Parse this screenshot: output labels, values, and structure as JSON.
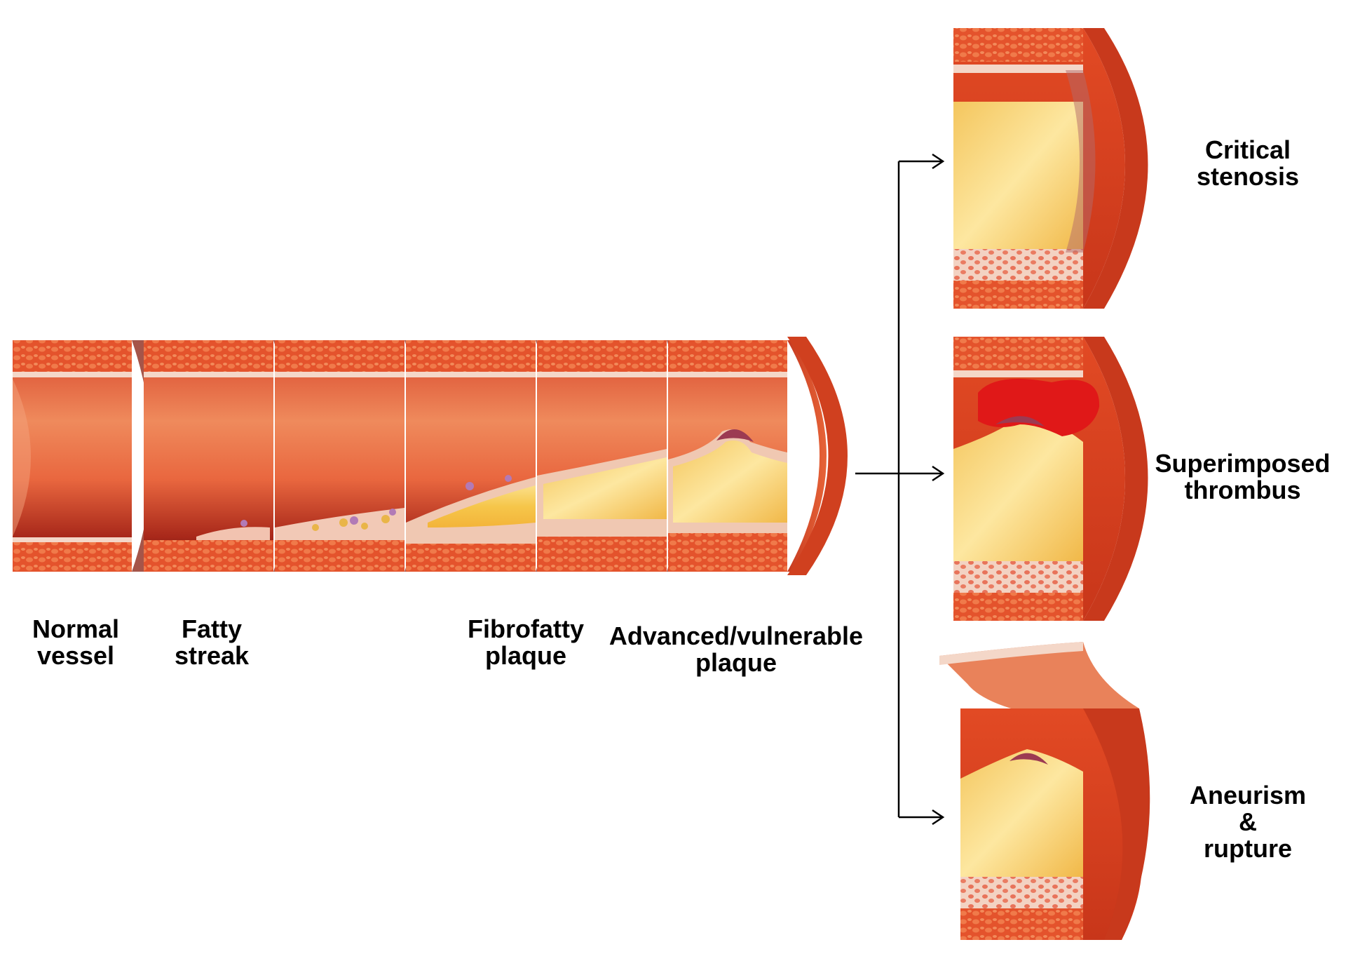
{
  "stages": [
    {
      "lines": [
        "Normal",
        "vessel"
      ]
    },
    {
      "lines": [
        "Fatty",
        "streak"
      ]
    },
    {
      "lines": [
        "Fibrofatty",
        "plaque"
      ]
    },
    {
      "lines": [
        "Advanced/vulnerable",
        "plaque"
      ]
    }
  ],
  "outcomes": [
    {
      "lines": [
        "Critical",
        "stenosis"
      ]
    },
    {
      "lines": [
        "Superimposed",
        "thrombus"
      ]
    },
    {
      "lines": [
        "Aneurism",
        "&",
        "rupture"
      ]
    }
  ]
}
